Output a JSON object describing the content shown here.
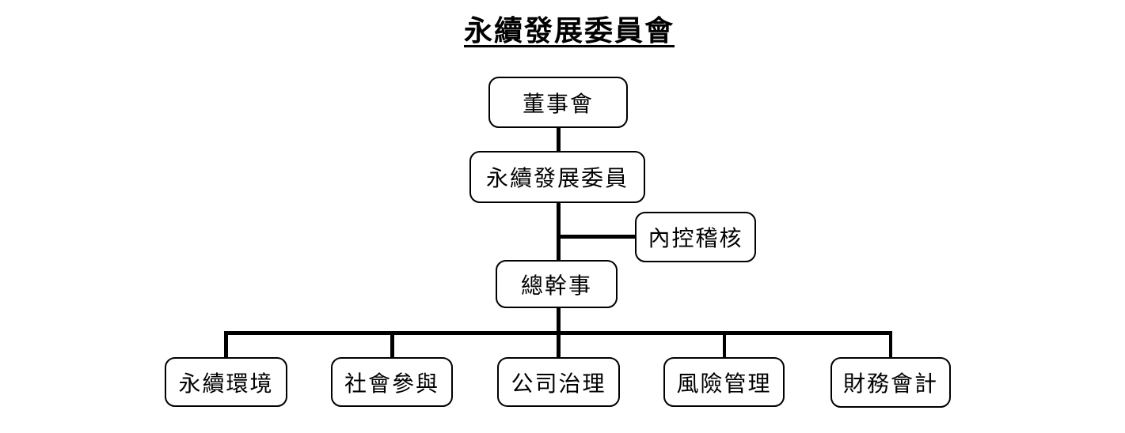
{
  "title": "永續發展委員會",
  "org_chart": {
    "type": "org-tree",
    "nodes": {
      "board": {
        "label": "董事會"
      },
      "committee": {
        "label": "永續發展委員"
      },
      "audit": {
        "label": "內控稽核"
      },
      "director": {
        "label": "總幹事"
      },
      "dept_environment": {
        "label": "永續環境"
      },
      "dept_social": {
        "label": "社會參與"
      },
      "dept_governance": {
        "label": "公司治理"
      },
      "dept_risk": {
        "label": "風險管理"
      },
      "dept_finance": {
        "label": "財務會計"
      }
    },
    "edges": [
      {
        "from": "董事會",
        "to": "永續發展委員",
        "type": "vertical"
      },
      {
        "from": "永續發展委員",
        "to": "內控稽核",
        "type": "side-branch"
      },
      {
        "from": "永續發展委員",
        "to": "總幹事",
        "type": "vertical"
      },
      {
        "from": "總幹事",
        "to": "永續環境",
        "type": "vertical"
      },
      {
        "from": "總幹事",
        "to": "社會參與",
        "type": "vertical"
      },
      {
        "from": "總幹事",
        "to": "公司治理",
        "type": "vertical"
      },
      {
        "from": "總幹事",
        "to": "風險管理",
        "type": "vertical"
      },
      {
        "from": "總幹事",
        "to": "財務會計",
        "type": "vertical"
      }
    ],
    "colors": {
      "background": "#ffffff",
      "box_fill": "#ffffff",
      "box_border": "#000000",
      "line": "#000000",
      "text": "#000000"
    }
  }
}
